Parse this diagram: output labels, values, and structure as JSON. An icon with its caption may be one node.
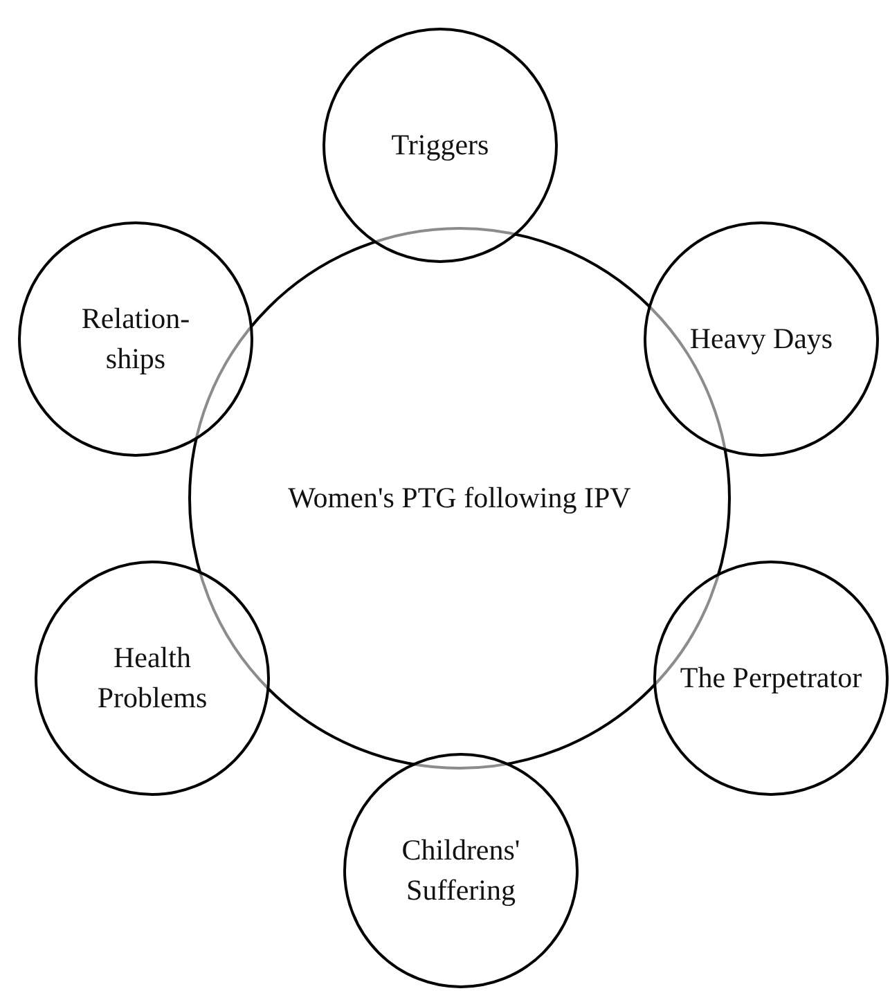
{
  "diagram": {
    "nodes": [
      {
        "text": [
          "Women's PTG following IPV"
        ]
      },
      {
        "text": [
          "Triggers"
        ]
      },
      {
        "text": [
          "Relation-ships"
        ]
      },
      {
        "text": [
          "Heavy Days"
        ]
      },
      {
        "text": [
          "Health Problems"
        ]
      },
      {
        "text": [
          "The Perpetrator"
        ]
      },
      {
        "text": [
          "Childrens' Suffering"
        ]
      }
    ]
  }
}
